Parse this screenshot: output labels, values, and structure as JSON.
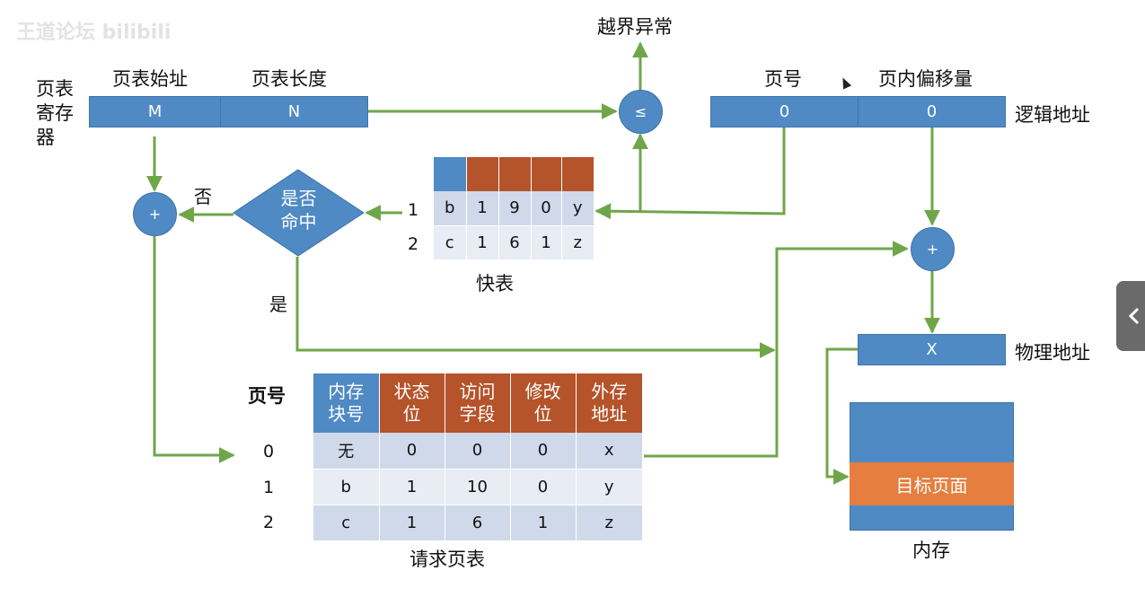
{
  "watermark": "王道论坛 bilibili",
  "register": {
    "label": "页表寄存器",
    "start_header": "页表始址",
    "length_header": "页表长度",
    "start_value": "M",
    "length_value": "N"
  },
  "compare": {
    "symbol": "≤",
    "out_label": "越界异常"
  },
  "logical": {
    "page_header": "页号",
    "offset_header": "页内偏移量",
    "page_value": "0",
    "offset_value": "0",
    "label": "逻辑地址"
  },
  "tlb": {
    "caption": "快表",
    "rows": [
      {
        "index": "1",
        "cells": [
          "b",
          "1",
          "9",
          "0",
          "y"
        ]
      },
      {
        "index": "2",
        "cells": [
          "c",
          "1",
          "6",
          "1",
          "z"
        ]
      }
    ]
  },
  "decision": {
    "text_line1": "是否",
    "text_line2": "命中",
    "no_label": "否",
    "yes_label": "是"
  },
  "adders": {
    "left": "+",
    "right": "+"
  },
  "physical": {
    "value": "X",
    "label": "物理地址"
  },
  "page_table": {
    "page_no_header": "页号",
    "headers": [
      {
        "line1": "内存",
        "line2": "块号"
      },
      {
        "line1": "状态",
        "line2": "位"
      },
      {
        "line1": "访问",
        "line2": "字段"
      },
      {
        "line1": "修改",
        "line2": "位"
      },
      {
        "line1": "外存",
        "line2": "地址"
      }
    ],
    "rows": [
      {
        "index": "0",
        "cells": [
          "无",
          "0",
          "0",
          "0",
          "x"
        ]
      },
      {
        "index": "1",
        "cells": [
          "b",
          "1",
          "10",
          "0",
          "y"
        ]
      },
      {
        "index": "2",
        "cells": [
          "c",
          "1",
          "6",
          "1",
          "z"
        ]
      }
    ],
    "caption": "请求页表"
  },
  "memory": {
    "target": "目标页面",
    "caption": "内存"
  },
  "colors": {
    "blue": "#4f8ac5",
    "red_header": "#b5532b",
    "orange": "#e57e3e",
    "arrow": "#6fa64a"
  }
}
